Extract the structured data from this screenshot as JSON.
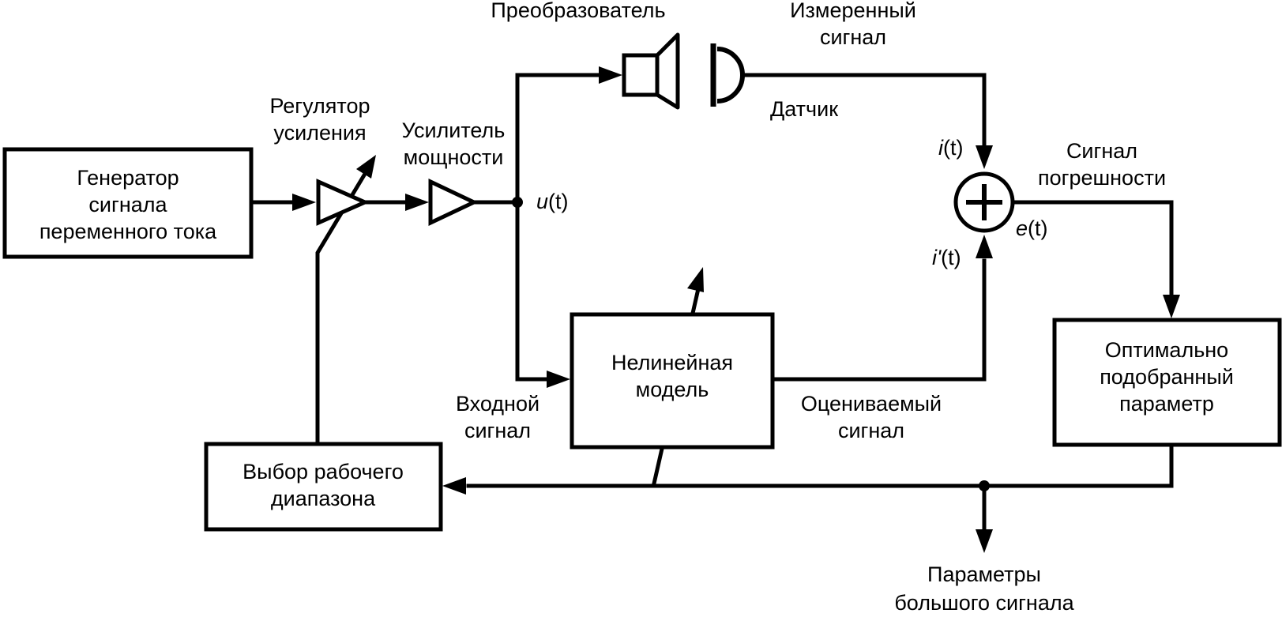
{
  "colors": {
    "ink": "#000000",
    "background": "#ffffff"
  },
  "blocks": {
    "generator": [
      "Генератор",
      "сигнала",
      "переменного тока"
    ],
    "nonlinear_model": [
      "Нелинейная",
      "модель"
    ],
    "optimal_param": [
      "Оптимально",
      "подобранный",
      "параметр"
    ],
    "range_select": [
      "Выбор рабочего",
      "диапазона"
    ]
  },
  "labels": {
    "gain_regulator": [
      "Регулятор",
      "усиления"
    ],
    "power_amp": [
      "Усилитель",
      "мощности"
    ],
    "transducer": "Преобразователь",
    "measured_signal": [
      "Измеренный",
      "сигнал"
    ],
    "sensor": "Датчик",
    "error_signal": [
      "Сигнал",
      "погрешности"
    ],
    "input_signal": [
      "Входной",
      "сигнал"
    ],
    "estimated_signal": [
      "Оцениваемый",
      "сигнал"
    ],
    "large_signal_params": [
      "Параметры",
      "большого сигнала"
    ]
  },
  "signals": {
    "u": {
      "name": "u",
      "arg": "(t)"
    },
    "i": {
      "name": "i",
      "arg": "(t)"
    },
    "i_prime": {
      "name": "i'",
      "arg": "(t)"
    },
    "e": {
      "name": "e",
      "arg": "(t)"
    }
  },
  "summing_junction_symbol": "+"
}
